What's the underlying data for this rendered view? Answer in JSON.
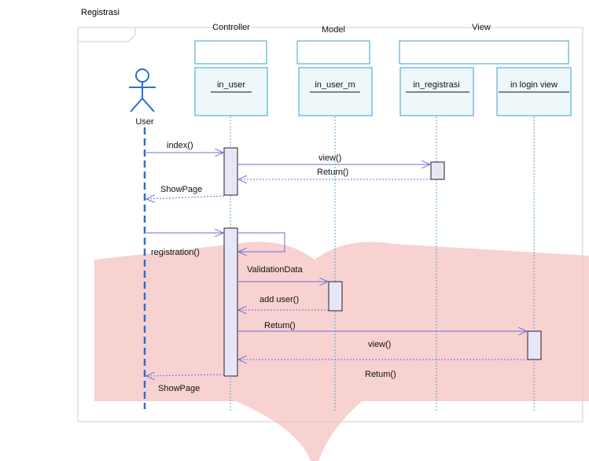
{
  "diagram": {
    "title": "Registrasi",
    "group_labels": [
      "Controller",
      "Model",
      "View"
    ],
    "actor": {
      "name": "User"
    },
    "lifelines": [
      {
        "name": "in_user"
      },
      {
        "name": "in_user_m"
      },
      {
        "name": "in_registrasi"
      },
      {
        "name": "in login view"
      }
    ],
    "messages": [
      {
        "label": "index()",
        "kind": "call"
      },
      {
        "label": "view()",
        "kind": "call"
      },
      {
        "label": "Return()",
        "kind": "return"
      },
      {
        "label": "ShowPage",
        "kind": "return"
      },
      {
        "label": "registration()",
        "kind": "self"
      },
      {
        "label": "ValidationData",
        "kind": "call"
      },
      {
        "label": "add user()",
        "kind": "return"
      },
      {
        "label": "Retum()",
        "kind": "call"
      },
      {
        "label": "view()",
        "kind": "return"
      },
      {
        "label": "Retum()",
        "kind": "label"
      },
      {
        "label": "ShowPage",
        "kind": "return"
      }
    ],
    "colors": {
      "lifeline_box_fill": "#eef8fb",
      "lifeline_box_stroke": "#3aa0c8",
      "message_line": "#6f6fd0",
      "activation_fill": "#e6e6f6",
      "actor_lifeline": "#2a6fd6",
      "background_shape": "#f7c9c9"
    }
  }
}
